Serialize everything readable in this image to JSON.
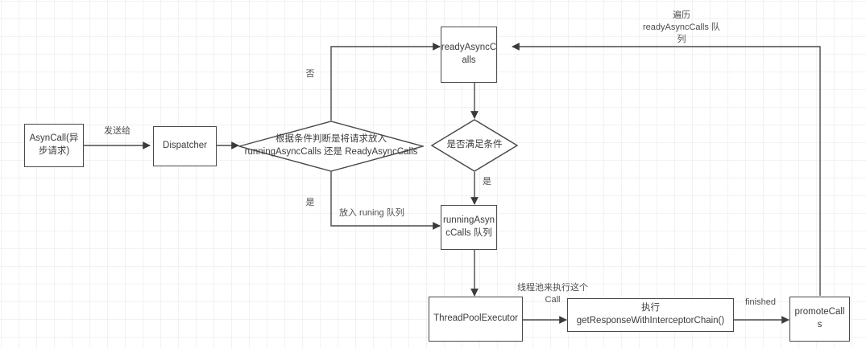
{
  "diagram": {
    "type": "flowchart",
    "title": "OkHttp AsyncCall dispatch flow",
    "background": "#ffffff",
    "grid_color": "#ececec",
    "stroke_color": "#4a4a4a",
    "text_color": "#3b3b3b",
    "nodes": [
      {
        "id": "asyncall",
        "shape": "box",
        "label": "AsynCall(异\n步请求)"
      },
      {
        "id": "dispatcher",
        "shape": "box",
        "label": "Dispatcher"
      },
      {
        "id": "decision1",
        "shape": "diamond",
        "label": "根据条件判断是将请求放入\nrunningAsyncCalls 还是 ReadyAsyncCalls"
      },
      {
        "id": "readyasync",
        "shape": "box",
        "label": "readyAsyncC\nalls"
      },
      {
        "id": "decision2",
        "shape": "diamond",
        "label": "是否满足条件"
      },
      {
        "id": "runningasync",
        "shape": "box",
        "label": "runningAsyn\ncCalls 队列"
      },
      {
        "id": "threadpool",
        "shape": "box",
        "label": "ThreadPoolExecutor"
      },
      {
        "id": "interceptor",
        "shape": "box",
        "label": "执行 getResponseWithInterceptorChain()"
      },
      {
        "id": "promote",
        "shape": "box",
        "label": "promoteCall\ns"
      }
    ],
    "edge_labels": [
      {
        "id": "send-to",
        "text": "发送给"
      },
      {
        "id": "branch-no",
        "text": "否"
      },
      {
        "id": "branch-yes",
        "text": "是"
      },
      {
        "id": "put-running",
        "text": "放入 runing 队列"
      },
      {
        "id": "cond-yes",
        "text": "是"
      },
      {
        "id": "threadpool-exec",
        "text": "线程池来执行这个\nCall"
      },
      {
        "id": "finished",
        "text": "finished"
      },
      {
        "id": "traverse",
        "text": "遍历\nreadyAsyncCalls 队\n列"
      }
    ]
  }
}
